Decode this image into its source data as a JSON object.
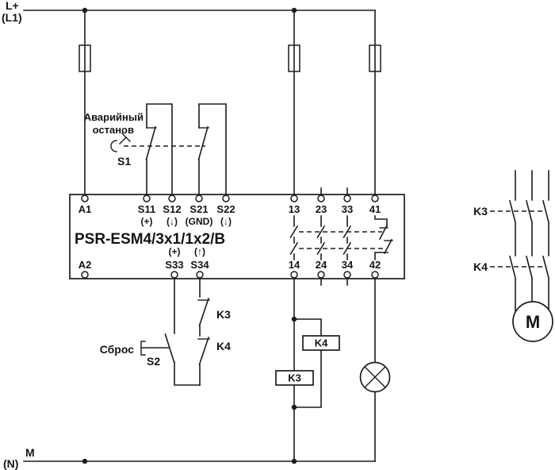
{
  "colors": {
    "line": "#1c1c1c",
    "background": "#ffffff",
    "text": "#141414"
  },
  "rails": {
    "top": {
      "line1": "L+",
      "line2": "(L1)"
    },
    "bottom": {
      "line1": "M",
      "line2": "(N)"
    }
  },
  "emergency_stop": {
    "title_line1": "Аварийный",
    "title_line2": "останов",
    "switch_id": "S1"
  },
  "relay": {
    "model": "PSR-ESM4/3x1/1x2/B",
    "terminals_top": [
      {
        "id": "A1",
        "sub": ""
      },
      {
        "id": "S11",
        "sub": "(+)"
      },
      {
        "id": "S12",
        "sub": "(↓)"
      },
      {
        "id": "S21",
        "sub": "(GND)"
      },
      {
        "id": "S22",
        "sub": "(↓)"
      },
      {
        "id": "13",
        "sub": ""
      },
      {
        "id": "23",
        "sub": ""
      },
      {
        "id": "33",
        "sub": ""
      },
      {
        "id": "41",
        "sub": ""
      }
    ],
    "terminals_bottom": [
      {
        "id": "A2",
        "sub": ""
      },
      {
        "id": "S33",
        "sub": "(+)"
      },
      {
        "id": "S34",
        "sub": "(↑)"
      },
      {
        "id": "14",
        "sub": ""
      },
      {
        "id": "24",
        "sub": ""
      },
      {
        "id": "34",
        "sub": ""
      },
      {
        "id": "42",
        "sub": ""
      }
    ]
  },
  "reset_circuit": {
    "label": "Сброс",
    "switch_id": "S2",
    "feedback_contact_1": "K3",
    "feedback_contact_2": "K4"
  },
  "coils": {
    "k4": "K4",
    "k3": "K3"
  },
  "motor_circuit": {
    "contactor_1": "K3",
    "contactor_2": "K4",
    "motor": "M"
  }
}
